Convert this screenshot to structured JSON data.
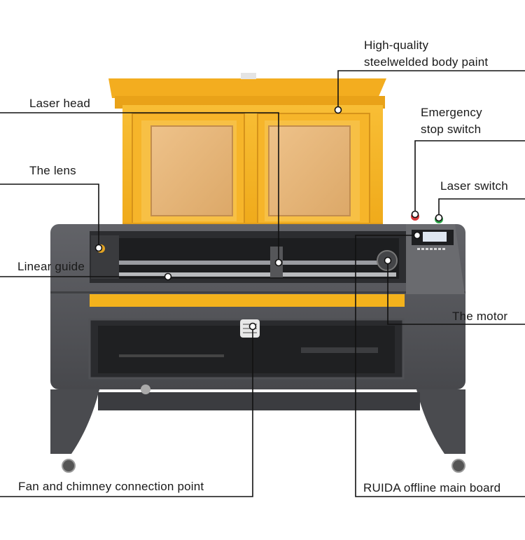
{
  "callouts": {
    "body_paint": {
      "line1": "High-quality",
      "line2": "steelwelded body paint"
    },
    "laser_head": "Laser head",
    "emergency": {
      "line1": "Emergency",
      "line2": "stop switch"
    },
    "lens": "The lens",
    "laser_switch": "Laser switch",
    "linear_guide": "Linear guide",
    "motor": "The motor",
    "fan_chimney": "Fan and chimney connection point",
    "main_board": "RUIDA offline main board"
  },
  "colors": {
    "lid": "#f5b324",
    "lid_shadow": "#d8971a",
    "panel_window": "#e8b878",
    "body": "#56575b",
    "body_dark": "#3a3b3e",
    "accent_stripe": "#f3b21c",
    "leader": "#111111"
  }
}
